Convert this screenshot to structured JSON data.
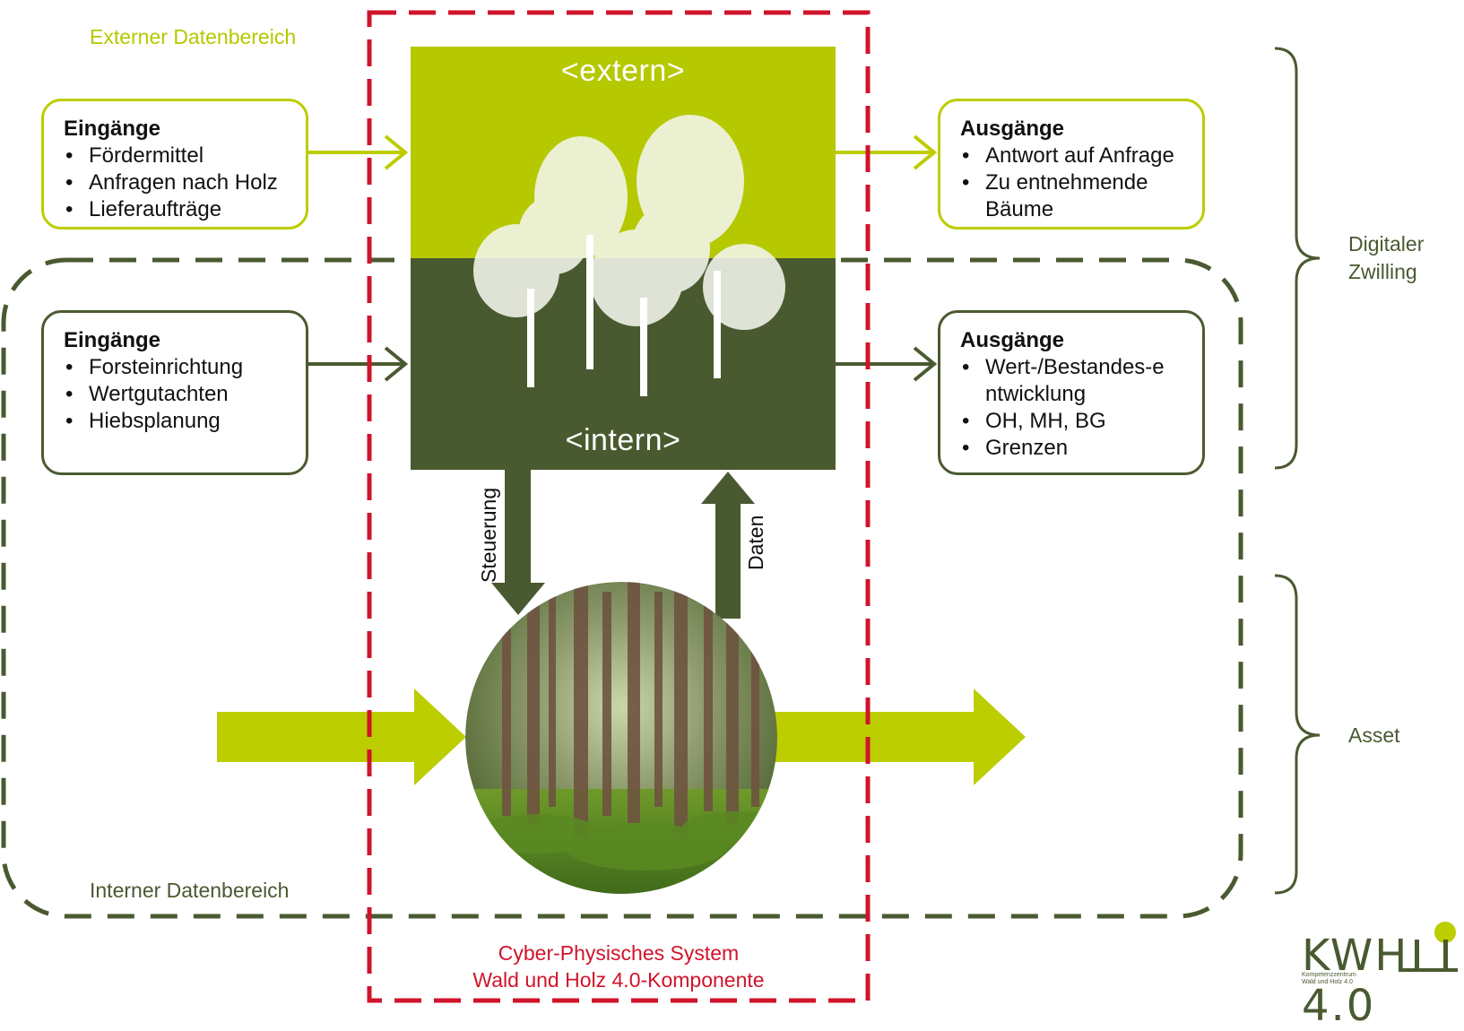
{
  "labels": {
    "external_area": "Externer Datenbereich",
    "internal_area": "Interner Datenbereich",
    "cps_line1": "Cyber-Physisches System",
    "cps_line2": "Wald und Holz 4.0-Komponente"
  },
  "panels": {
    "extern": "<extern>",
    "intern": "<intern>"
  },
  "external_inputs": {
    "title": "Eingänge",
    "items": [
      "Fördermittel",
      "Anfragen nach Holz",
      "Lieferaufträge"
    ]
  },
  "external_outputs": {
    "title": "Ausgänge",
    "items": [
      "Antwort auf Anfrage",
      "Zu entnehmende Bäume"
    ]
  },
  "internal_inputs": {
    "title": "Eingänge",
    "items": [
      "Forsteinrichtung",
      "Wertgutachten",
      "Hiebsplanung"
    ]
  },
  "internal_outputs": {
    "title": "Ausgänge",
    "items": [
      "Wert-/Bestandes-entwicklung",
      "OH, MH, BG",
      "Grenzen"
    ]
  },
  "flows": {
    "down": "Steuerung",
    "up": "Daten"
  },
  "brackets": {
    "digital_twin_line1": "Digitaler",
    "digital_twin_line2": "Zwilling",
    "asset": "Asset"
  },
  "logo": {
    "text": "KWH 4.0",
    "subtitle_line1": "Kompetenzzentrum",
    "subtitle_line2": "Wald und Holz 4.0"
  },
  "colors": {
    "light_green": "#b5c800",
    "dark_green": "#4a5a30",
    "red": "#d0142b"
  }
}
